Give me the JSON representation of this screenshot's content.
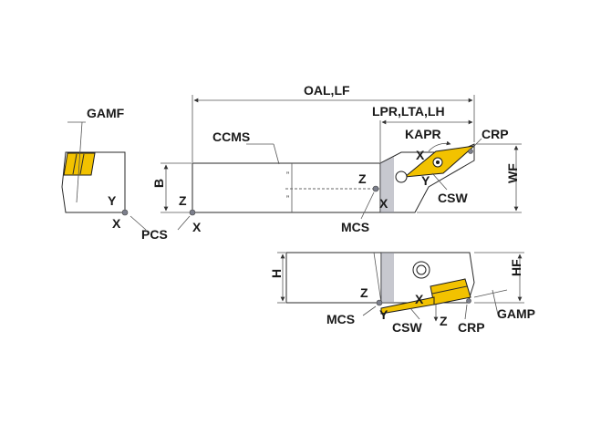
{
  "labels": {
    "oal_lf": "OAL,LF",
    "lpr_lta_lh": "LPR,LTA,LH",
    "gamf": "GAMF",
    "ccms": "CCMS",
    "kapr": "KAPR",
    "crp_top": "CRP",
    "x_top": "X",
    "y_top": "Y",
    "csw_top": "CSW",
    "wf": "WF",
    "b": "B",
    "z_left": "Z",
    "x_left": "X",
    "y_end": "Y",
    "x_end": "X",
    "pcs": "PCS",
    "z_mid": "Z",
    "x_mid": "X",
    "mcs_top": "MCS",
    "h": "H",
    "hf": "HF",
    "z_bottom": "Z",
    "x_bottom": "X",
    "y_bottom": "Y",
    "mcs_bottom": "MCS",
    "csw_bottom": "CSW",
    "z_bottom2": "Z",
    "crp_bottom": "CRP",
    "gamp": "GAMP"
  },
  "colors": {
    "holder_body": "#a7a9b6",
    "holder_dark": "#8f91a0",
    "insert": "#f2c200",
    "line": "#2a2a2a"
  }
}
